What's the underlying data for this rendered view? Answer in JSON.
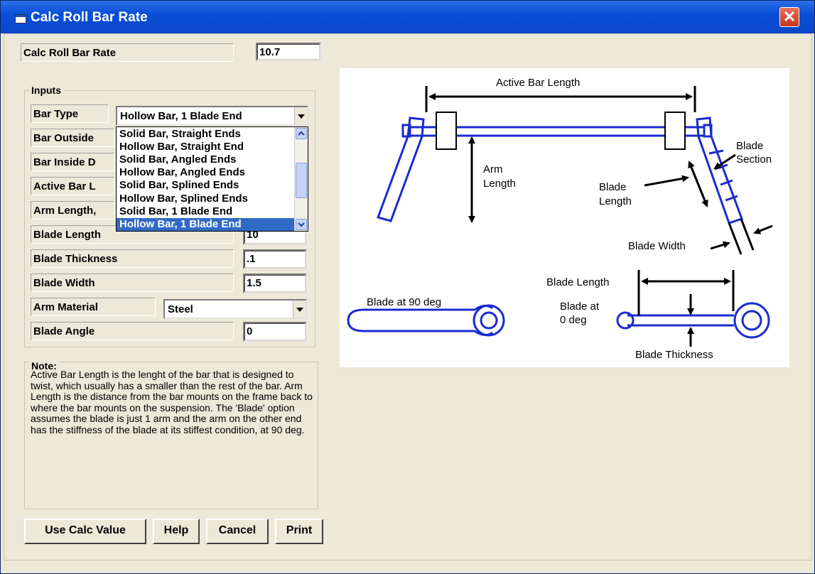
{
  "window": {
    "title": "Calc Roll Bar Rate",
    "close_glyph": "✕",
    "accent": "#0a4fd8"
  },
  "result": {
    "label": "Calc Roll Bar Rate",
    "value": "10.7"
  },
  "inputs": {
    "group_title": "Inputs",
    "bar_type": {
      "label": "Bar Type",
      "selected": "Hollow Bar, 1 Blade End"
    },
    "bar_outside_label": "Bar Outside",
    "bar_inside_label": "Bar Inside D",
    "active_bar_label": "Active Bar L",
    "arm_length_label": "Arm Length,",
    "blade_length": {
      "label": "Blade Length",
      "value": "10"
    },
    "blade_thickness": {
      "label": "Blade Thickness",
      "value": ".1"
    },
    "blade_width": {
      "label": "Blade Width",
      "value": "1.5"
    },
    "arm_material": {
      "label": "Arm Material",
      "selected": "Steel"
    },
    "blade_angle": {
      "label": "Blade Angle",
      "value": "0"
    }
  },
  "dropdown": {
    "options": [
      "Solid Bar, Straight Ends",
      "Hollow Bar, Straight End",
      "Solid Bar, Angled Ends",
      "Hollow Bar, Angled Ends",
      "Solid Bar, Splined Ends",
      "Hollow Bar, Splined Ends",
      "Solid Bar, 1 Blade End",
      "Hollow Bar, 1 Blade End"
    ],
    "selected_index": 7,
    "selected_color": "#316ac5"
  },
  "note": {
    "title": "Note:",
    "text": "Active Bar Length is the lenght of the bar that is designed to twist, which usually has a smaller than the rest of the bar.  Arm Length is the distance from the bar mounts on the frame back to where the bar mounts on the suspension.  The 'Blade' option assumes the blade is just 1 arm and the arm on the other end has the stiffness of the blade at its stiffest condition, at 90 deg."
  },
  "buttons": {
    "use_calc": "Use Calc Value",
    "help": "Help",
    "cancel": "Cancel",
    "print": "Print"
  },
  "diagram": {
    "active_bar_length": "Active Bar Length",
    "arm": "Arm",
    "length": "Length",
    "blade": "Blade",
    "section": "Section",
    "blade_length_diag": "Length",
    "blade_width": "Blade Width",
    "blade_length": "Blade Length",
    "blade_at_90": "Blade at 90 deg",
    "blade_at": "Blade at",
    "zero_deg": "0 deg",
    "blade_thickness": "Blade Thickness",
    "line_color": "#1a2bd0"
  }
}
